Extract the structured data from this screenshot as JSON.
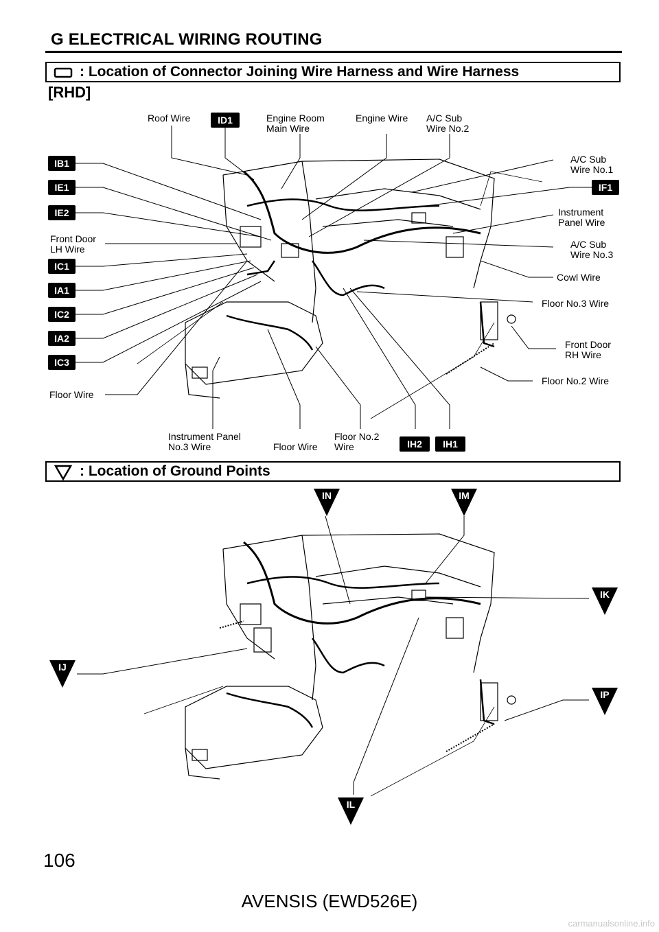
{
  "header": {
    "title": "G  ELECTRICAL WIRING ROUTING"
  },
  "section1": {
    "title": ": Location of Connector Joining Wire Harness and Wire Harness",
    "variant": "[RHD]",
    "connectors": {
      "IB1": "IB1",
      "IE1": "IE1",
      "IE2": "IE2",
      "IC1": "IC1",
      "IA1": "IA1",
      "IC2": "IC2",
      "IA2": "IA2",
      "IC3": "IC3",
      "ID1": "ID1",
      "IF1": "IF1",
      "IH2": "IH2",
      "IH1": "IH1"
    },
    "wire_labels": {
      "roof_wire": "Roof Wire",
      "engine_room_main_wire": "Engine Room\nMain Wire",
      "engine_wire": "Engine Wire",
      "ac_sub_wire_no2": "A/C Sub\nWire No.2",
      "ac_sub_wire_no1": "A/C Sub\nWire No.1",
      "instrument_panel_wire": "Instrument\nPanel Wire",
      "ac_sub_wire_no3": "A/C Sub\nWire No.3",
      "cowl_wire": "Cowl Wire",
      "floor_no3_wire": "Floor No.3 Wire",
      "front_door_rh_wire": "Front Door\nRH Wire",
      "floor_no2_wire_right": "Floor No.2 Wire",
      "front_door_lh_wire": "Front Door\nLH Wire",
      "floor_wire_left": "Floor Wire",
      "instrument_panel_no3_wire": "Instrument Panel\nNo.3 Wire",
      "floor_wire_bottom": "Floor Wire",
      "floor_no2_wire_bottom": "Floor No.2\nWire"
    }
  },
  "section2": {
    "title": ": Location of Ground Points",
    "ground_points": {
      "IN": "IN",
      "IM": "IM",
      "IK": "IK",
      "IJ": "IJ",
      "IP": "IP",
      "IL": "IL"
    }
  },
  "footer": {
    "page_number": "106",
    "model": "AVENSIS (EWD526E)",
    "watermark": "carmanualsonline.info"
  }
}
